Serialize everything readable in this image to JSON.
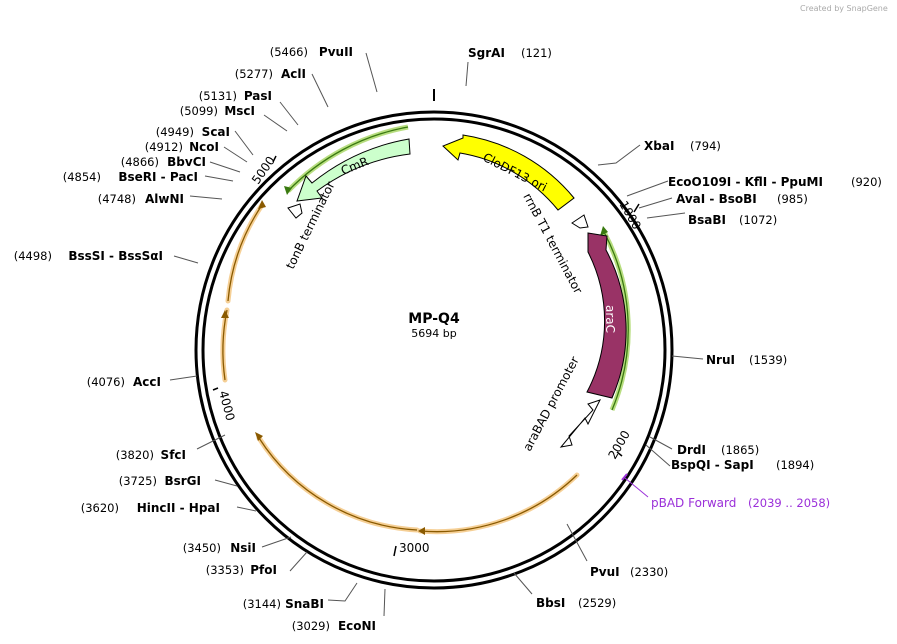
{
  "watermark": "Created by SnapGene",
  "plasmid": {
    "name": "MP-Q4",
    "size": "5694 bp"
  },
  "ticks": [
    "1000",
    "2000",
    "3000",
    "4000",
    "5000"
  ],
  "sites": [
    {
      "name": "SgrAI",
      "pos": "(121)"
    },
    {
      "name": "XbaI",
      "pos": "(794)"
    },
    {
      "name": "EcoO109I - KflI - PpuMI",
      "pos": "(920)"
    },
    {
      "name": "AvaI - BsoBI",
      "pos": "(985)"
    },
    {
      "name": "BsaBI",
      "pos": "(1072)"
    },
    {
      "name": "NruI",
      "pos": "(1539)"
    },
    {
      "name": "DrdI",
      "pos": "(1865)"
    },
    {
      "name": "BspQI - SapI",
      "pos": "(1894)"
    },
    {
      "name": "PvuI",
      "pos": "(2330)"
    },
    {
      "name": "BbsI",
      "pos": "(2529)"
    },
    {
      "name": "EcoNI",
      "pos": "(3029)"
    },
    {
      "name": "SnaBI",
      "pos": "(3144)"
    },
    {
      "name": "PfoI",
      "pos": "(3353)"
    },
    {
      "name": "NsiI",
      "pos": "(3450)"
    },
    {
      "name": "HincII - HpaI",
      "pos": "(3620)"
    },
    {
      "name": "BsrGI",
      "pos": "(3725)"
    },
    {
      "name": "SfcI",
      "pos": "(3820)"
    },
    {
      "name": "AccI",
      "pos": "(4076)"
    },
    {
      "name": "BssSI - BssSαI",
      "pos": "(4498)"
    },
    {
      "name": "AlwNI",
      "pos": "(4748)"
    },
    {
      "name": "BseRI - PacI",
      "pos": "(4854)"
    },
    {
      "name": "BbvCI",
      "pos": "(4866)"
    },
    {
      "name": "NcoI",
      "pos": "(4912)"
    },
    {
      "name": "ScaI",
      "pos": "(4949)"
    },
    {
      "name": "MscI",
      "pos": "(5099)"
    },
    {
      "name": "PasI",
      "pos": "(5131)"
    },
    {
      "name": "AclI",
      "pos": "(5277)"
    },
    {
      "name": "PvuII",
      "pos": "(5466)"
    }
  ],
  "primer": {
    "name": "pBAD Forward",
    "range": "(2039 .. 2058)",
    "color": "#9b30d9"
  },
  "features": {
    "clodf13": {
      "label": "CloDF13 ori",
      "color": "#ffff00"
    },
    "cmr": {
      "label": "CmR",
      "color": "#ccffcc"
    },
    "arac": {
      "label": "araC",
      "color": "#993366"
    },
    "rrnb": {
      "label": "rrnB T1 terminator"
    },
    "tonb": {
      "label": "tonB terminator"
    },
    "arabad": {
      "label": "araBAD promoter"
    }
  },
  "colors": {
    "orf_orange": "#f0b050",
    "orf_green": "#6aaa1a",
    "ring": "#000000"
  }
}
